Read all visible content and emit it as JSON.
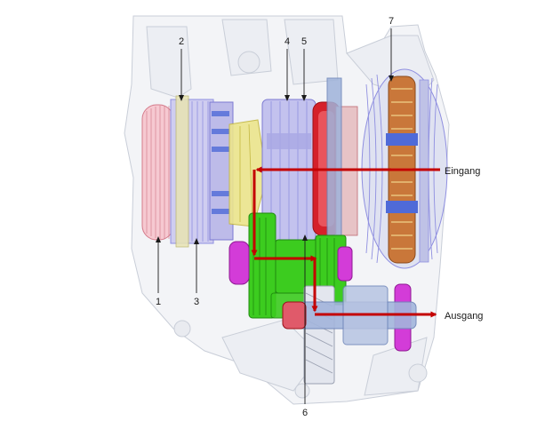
{
  "figure": {
    "callouts": [
      "1",
      "2",
      "3",
      "4",
      "5",
      "6",
      "7"
    ],
    "input_label": "Eingang",
    "output_label": "Ausgang"
  },
  "colors": {
    "flow_arrow": "#c40000",
    "housing_outline": "#c9ced8",
    "housing_fill": "#f3f4f7",
    "clutch_pink": "#e98a9a",
    "clutch_pink_light": "#f6c9d1",
    "drum_lavender": "#b9b8e8",
    "drum_blue": "#8f8fe0",
    "gear_yellow": "#e9e07a",
    "gear_green": "#3ccc1f",
    "gear_magenta": "#d33cd8",
    "brake_red": "#d5212a",
    "converter_blue": "#4f6ad8",
    "converter_orange": "#d49024",
    "steel_blue": "#8fa7d1"
  }
}
